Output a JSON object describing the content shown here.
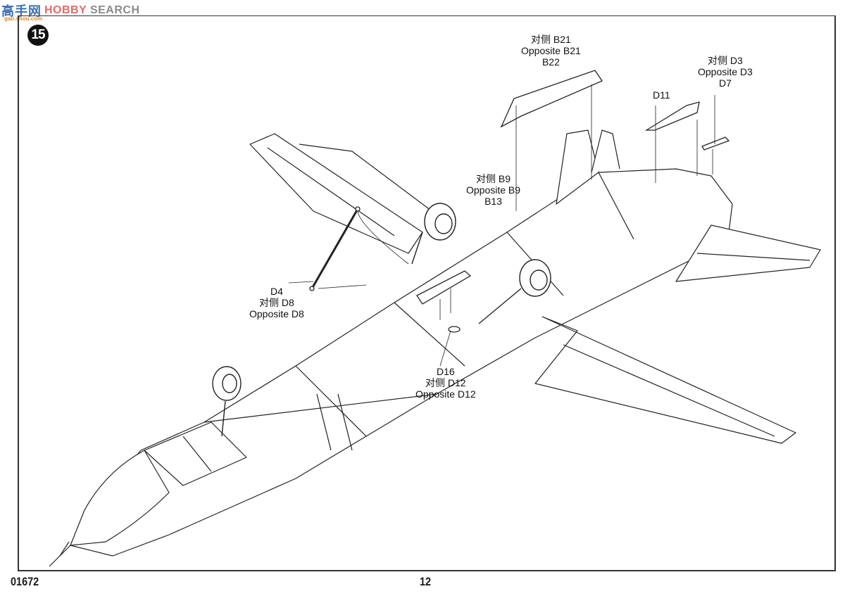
{
  "watermark": {
    "chinese": "高手网",
    "brand_hobby": "HOBBY",
    "brand_search": "SEARCH",
    "url": "gao.shou.com"
  },
  "step": {
    "number": "15"
  },
  "callouts": [
    {
      "id": "b21",
      "lines": [
        "对侧 B21",
        "Opposite B21",
        "B22"
      ]
    },
    {
      "id": "d3",
      "lines": [
        "对侧 D3",
        "Opposite D3",
        "D7"
      ]
    },
    {
      "id": "d11",
      "lines": [
        "D11"
      ]
    },
    {
      "id": "b9",
      "lines": [
        "对侧 B9",
        "Opposite B9",
        "B13"
      ]
    },
    {
      "id": "d4",
      "lines": [
        "D4",
        "对侧 D8",
        "Opposite D8"
      ]
    },
    {
      "id": "d16",
      "lines": [
        "D16",
        "对侧 D12",
        "Opposite D12"
      ]
    }
  ],
  "footer": {
    "kit_number": "01672",
    "page_number": "12"
  }
}
